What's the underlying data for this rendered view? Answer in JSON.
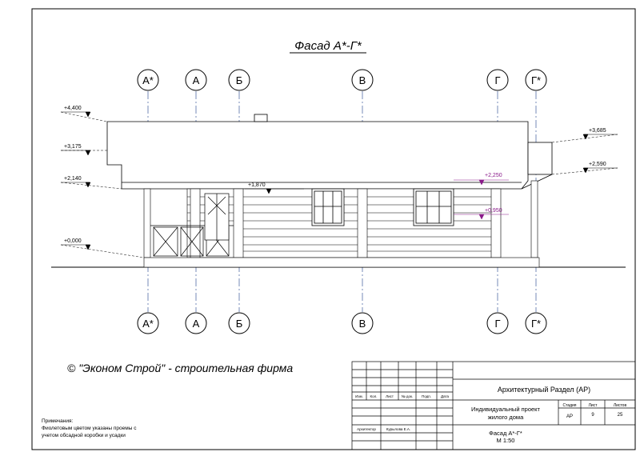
{
  "drawing": {
    "title": "Фасад А*-Г*"
  },
  "axes": {
    "top": [
      "А*",
      "А",
      "Б",
      "В",
      "Г",
      "Г*"
    ],
    "bottom": [
      "А*",
      "А",
      "Б",
      "В",
      "Г",
      "Г*"
    ]
  },
  "levels_left": [
    "+4,400",
    "+3,175",
    "+2,140",
    "+0,000"
  ],
  "levels_right": [
    "+3,685",
    "+2,590"
  ],
  "levels_inner": [
    "+1,870"
  ],
  "levels_purple": [
    "+2,250",
    "+0,950"
  ],
  "copyright": "© \"Эконом Строй\" - строительная фирма",
  "notes": {
    "heading": "Примечания:",
    "lines": [
      "Фиолетовым цветом указаны проемы с",
      "учетом обсадной коробки и усадки"
    ]
  },
  "title_block": {
    "section": "Архитектурный Раздел (АР)",
    "project_line1": "Индивидуальный проект",
    "project_line2": "жилого дома",
    "sheet_line1": "Фасад А*-Г*",
    "sheet_line2": "М 1:50",
    "columns": [
      "Изм.",
      "Кол.",
      "Лист",
      "№ док.",
      "Подп.",
      "Дата"
    ],
    "role": "Архитектор",
    "person": "Курылова Е.А.",
    "stage_header": "Стадия",
    "sheet_header": "Лист",
    "sheets_header": "Листов",
    "stage": "АР",
    "sheet": "9",
    "sheets": "25"
  },
  "colors": {
    "line": "#000000",
    "axis": "#3a5a9a",
    "purple": "#8a1a8a"
  }
}
